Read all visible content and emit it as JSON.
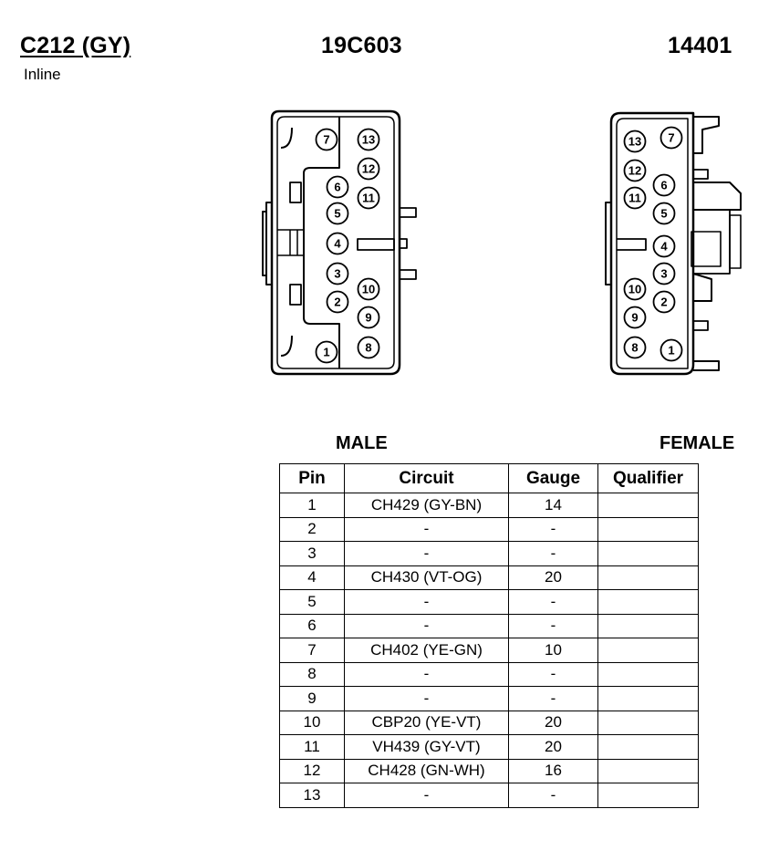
{
  "header": {
    "connector_id": "C212 (GY)",
    "part_number_1": "19C603",
    "part_number_2": "14401",
    "connector_type": "Inline"
  },
  "views": {
    "male_label": "MALE",
    "female_label": "FEMALE",
    "male_pins": [
      "1",
      "2",
      "3",
      "4",
      "5",
      "6",
      "7",
      "8",
      "9",
      "10",
      "11",
      "12",
      "13"
    ],
    "female_pins": [
      "1",
      "2",
      "3",
      "4",
      "5",
      "6",
      "7",
      "8",
      "9",
      "10",
      "11",
      "12",
      "13"
    ]
  },
  "table": {
    "columns": [
      "Pin",
      "Circuit",
      "Gauge",
      "Qualifier"
    ],
    "rows": [
      {
        "pin": "1",
        "circuit": "CH429 (GY-BN)",
        "gauge": "14",
        "qualifier": ""
      },
      {
        "pin": "2",
        "circuit": "-",
        "gauge": "-",
        "qualifier": ""
      },
      {
        "pin": "3",
        "circuit": "-",
        "gauge": "-",
        "qualifier": ""
      },
      {
        "pin": "4",
        "circuit": "CH430 (VT-OG)",
        "gauge": "20",
        "qualifier": ""
      },
      {
        "pin": "5",
        "circuit": "-",
        "gauge": "-",
        "qualifier": ""
      },
      {
        "pin": "6",
        "circuit": "-",
        "gauge": "-",
        "qualifier": ""
      },
      {
        "pin": "7",
        "circuit": "CH402 (YE-GN)",
        "gauge": "10",
        "qualifier": ""
      },
      {
        "pin": "8",
        "circuit": "-",
        "gauge": "-",
        "qualifier": ""
      },
      {
        "pin": "9",
        "circuit": "-",
        "gauge": "-",
        "qualifier": ""
      },
      {
        "pin": "10",
        "circuit": "CBP20 (YE-VT)",
        "gauge": "20",
        "qualifier": ""
      },
      {
        "pin": "11",
        "circuit": "VH439 (GY-VT)",
        "gauge": "20",
        "qualifier": ""
      },
      {
        "pin": "12",
        "circuit": "CH428 (GN-WH)",
        "gauge": "16",
        "qualifier": ""
      },
      {
        "pin": "13",
        "circuit": "-",
        "gauge": "-",
        "qualifier": ""
      }
    ]
  }
}
